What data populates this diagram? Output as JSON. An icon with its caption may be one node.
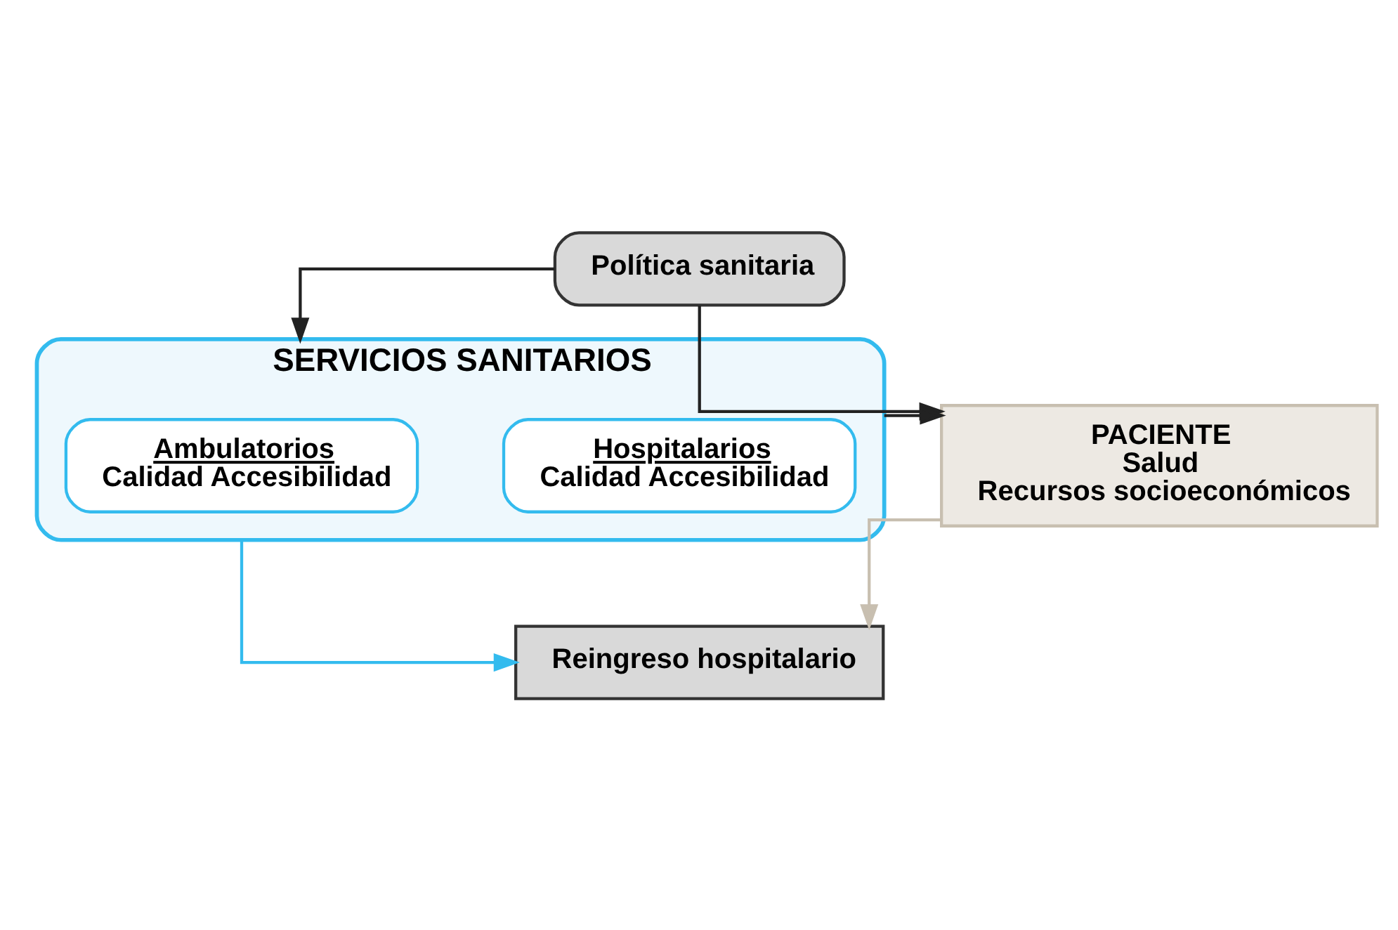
{
  "diagram": {
    "nodes": [
      {
        "text": [
          "Política sanitaria"
        ]
      },
      {
        "text": [
          "SERVICIOS SANITARIOS"
        ]
      },
      {
        "text": [
          "Hospitalarios",
          "Calidad Accesibilidad"
        ],
        "in": 1
      },
      {
        "text": [
          "Ambulatorios",
          "Calidad Accesibilidad"
        ],
        "in": 1
      },
      {
        "text": [
          "PACIENTE",
          "Salud",
          "Recursos socioeconómicos"
        ]
      },
      {
        "text": [
          "Reingreso hospitalario"
        ]
      }
    ],
    "edges": [
      {
        "from": 0,
        "to": 1,
        "arrow": "to"
      },
      {
        "from": 0,
        "to": 4,
        "arrow": "to"
      },
      {
        "from": 1,
        "to": 4,
        "arrow": "to"
      },
      {
        "from": 1,
        "to": 5,
        "arrow": "to",
        "color": "#33bbee"
      },
      {
        "from": 4,
        "to": 5,
        "arrow": "to",
        "color": "#c8bfb0"
      }
    ]
  }
}
